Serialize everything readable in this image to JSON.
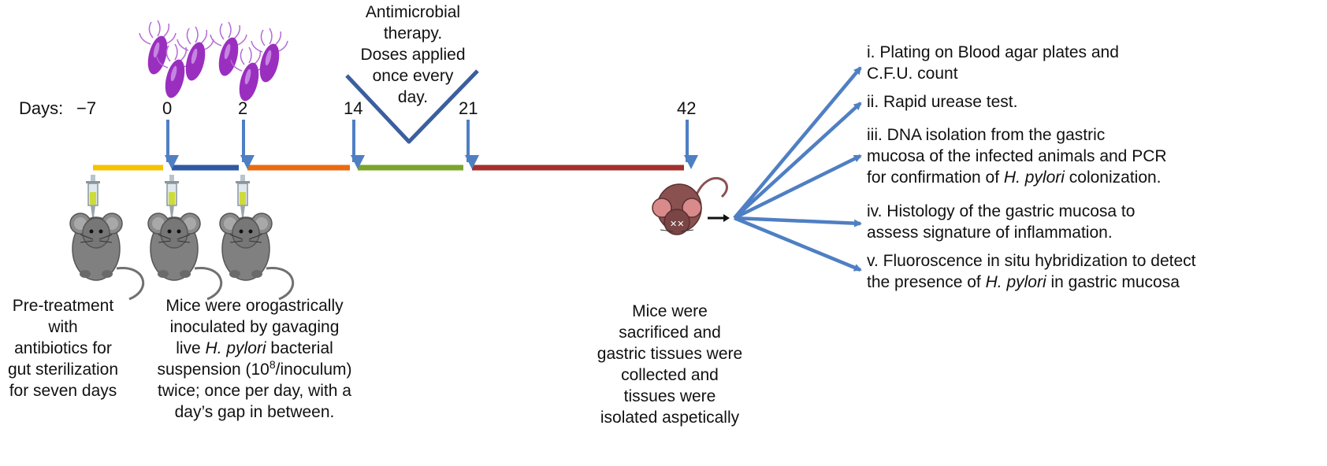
{
  "colors": {
    "arrow": "#4f7fc3",
    "therapy_v": "#3b5f9e",
    "segments": [
      "#f5c200",
      "#2f5aa3",
      "#ea6a12",
      "#7aa52a",
      "#a3302f"
    ],
    "bacteria": "#9a2fbf",
    "mouse_gray": "#707070",
    "mouse_red": "#8a5151"
  },
  "timeline": {
    "days_label": "Days:",
    "days": [
      "−7",
      "0",
      "2",
      "14",
      "21",
      "42"
    ]
  },
  "therapy": {
    "lines": [
      "Antimicrobial",
      "therapy.",
      "Doses applied",
      "once every",
      "day."
    ]
  },
  "captions": {
    "pretreatment": [
      "Pre-treatment",
      "with",
      "antibiotics for",
      "gut sterilization",
      "for seven days"
    ],
    "inoculation": {
      "l1": "Mice were orogastrically",
      "l2": "inoculated by gavaging",
      "l3_a": "live ",
      "l3_i": "H. pylori",
      "l3_b": " bacterial",
      "l4_a": "suspension (10",
      "l4_sup": "8",
      "l4_b": "/inoculum)",
      "l5": "twice; once per day, with a",
      "l6": "day’s gap in between."
    },
    "sacrifice": [
      "Mice were",
      "sacrificed and",
      "gastric tissues were",
      "collected and",
      "tissues were",
      "isolated aspetically"
    ]
  },
  "outcomes": {
    "i_1": "i. Plating on Blood agar plates and",
    "i_2": "C.F.U. count",
    "ii": "ii. Rapid urease test.",
    "iii_1": "iii. DNA isolation from the gastric",
    "iii_2": "mucosa of the infected animals and PCR",
    "iii_3a": "for confirmation of ",
    "iii_3i": "H. pylori",
    "iii_3b": " colonization.",
    "iv_1": "iv. Histology of the gastric mucosa to",
    "iv_2": "assess signature of inflammation.",
    "v_1": "v. Fluoroscence in situ hybridization to detect",
    "v_2a": "the presence of ",
    "v_2i": "H. pylori",
    "v_2b": " in gastric mucosa"
  }
}
